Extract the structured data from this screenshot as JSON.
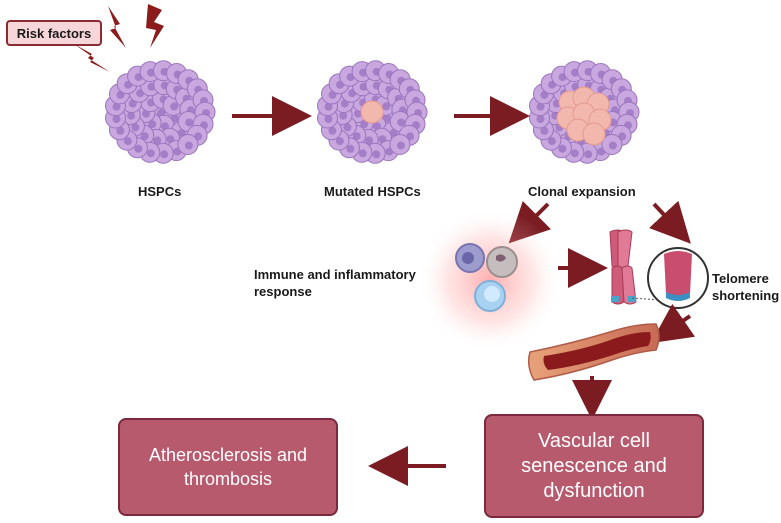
{
  "risk_factors": {
    "label": "Risk factors"
  },
  "stages": [
    {
      "label": "HSPCs"
    },
    {
      "label": "Mutated HSPCs"
    },
    {
      "label": "Clonal expansion"
    }
  ],
  "immune": {
    "line1": "Immune and inflammatory",
    "line2": "response"
  },
  "telomere": {
    "line1": "Telomere",
    "line2": "shortening"
  },
  "outcomes": {
    "vascular": {
      "line1": "Vascular cell",
      "line2": "senescence and",
      "line3": "dysfunction"
    },
    "athero": {
      "line1": "Atherosclerosis and",
      "line2": "thrombosis"
    }
  },
  "colors": {
    "arrow": "#7a1c22",
    "cell_fill": "#c9a8e0",
    "cell_stroke": "#9b74bd",
    "mutant_fill": "#f2b8ae",
    "box_fill": "#b85a6e",
    "lightning": "#8c1c1c"
  }
}
